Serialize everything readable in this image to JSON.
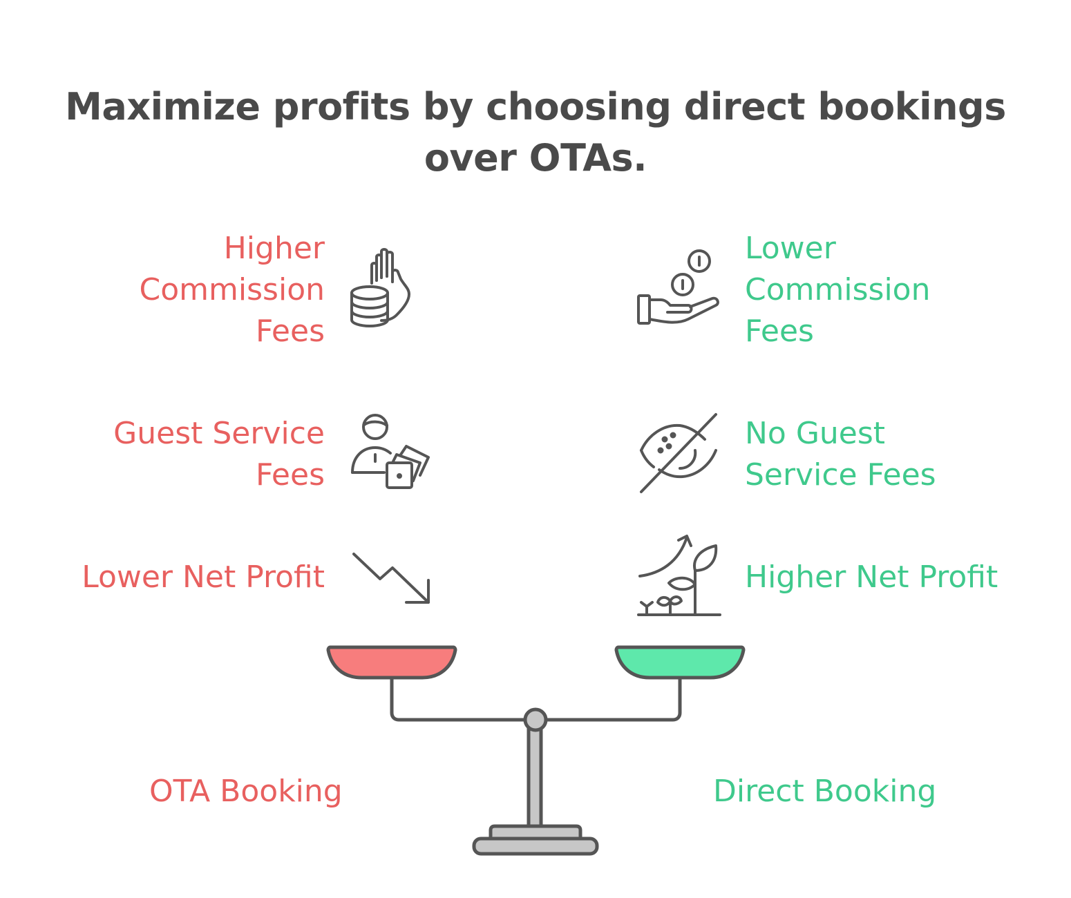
{
  "title": "Maximize profits by choosing direct bookings over OTAs.",
  "colors": {
    "ota": "#e8605f",
    "direct": "#3fc98c",
    "title": "#4a4a4a",
    "scale_gray": "#c7c7c7",
    "outline": "#555555"
  },
  "ota": {
    "label": "OTA Booking",
    "items": [
      {
        "label": "Higher Commission Fees",
        "icon": "coins-hand-icon"
      },
      {
        "label": "Guest Service Fees",
        "icon": "service-person-icon"
      },
      {
        "label": "Lower Net Profit",
        "icon": "trend-down-icon"
      }
    ]
  },
  "direct": {
    "label": "Direct Booking",
    "items": [
      {
        "label": "Lower Commission Fees",
        "icon": "coin-giving-hand-icon"
      },
      {
        "label": "No Guest Service Fees",
        "icon": "eye-slash-icon"
      },
      {
        "label": "Higher Net Profit",
        "icon": "growth-plant-icon"
      }
    ]
  }
}
